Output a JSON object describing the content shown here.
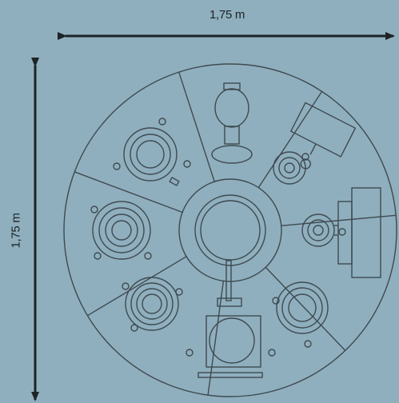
{
  "dimensions": {
    "width_label": "1,75 m",
    "height_label": "1,75 m"
  },
  "colors": {
    "background": "#8fafbe",
    "line": "#3f4a50",
    "arrow": "#1e2326",
    "text": "#1e2326"
  },
  "diagram": {
    "segments": 7,
    "stations": [
      {
        "name": "upper-station",
        "icon": "lamp-icon"
      },
      {
        "name": "upper-right-station",
        "icon": "machine-icon"
      },
      {
        "name": "right-station",
        "icon": "machine-icon"
      },
      {
        "name": "lower-right-station",
        "icon": "ring-icon"
      },
      {
        "name": "lower-station",
        "icon": "box-icon"
      },
      {
        "name": "lower-left-station",
        "icon": "ring-icon"
      },
      {
        "name": "left-station",
        "icon": "ring-icon"
      },
      {
        "name": "upper-left-station",
        "icon": "ring-icon"
      }
    ]
  }
}
